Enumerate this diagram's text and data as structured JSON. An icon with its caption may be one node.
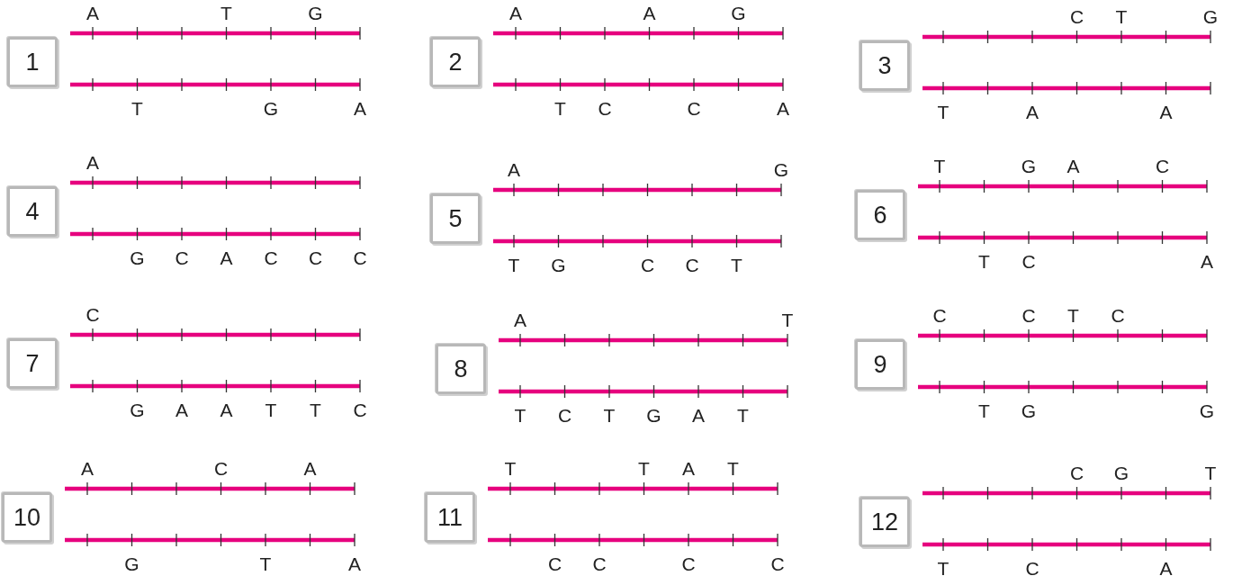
{
  "diagram": {
    "nodes": [
      {
        "text": [
          "1"
        ]
      },
      {
        "text": [
          "2"
        ]
      },
      {
        "text": [
          "3"
        ]
      },
      {
        "text": [
          "4"
        ]
      },
      {
        "text": [
          "5"
        ]
      },
      {
        "text": [
          "6"
        ]
      },
      {
        "text": [
          "7"
        ]
      },
      {
        "text": [
          "8"
        ]
      },
      {
        "text": [
          "9"
        ]
      },
      {
        "text": [
          "10"
        ]
      },
      {
        "text": [
          "11"
        ]
      },
      {
        "text": [
          "12"
        ]
      }
    ],
    "labels": [
      "A",
      "T",
      "G",
      "T",
      "G",
      "A",
      "A",
      "A",
      "G",
      "T",
      "C",
      "C",
      "A",
      "C",
      "T",
      "G",
      "T",
      "A",
      "A",
      "A",
      "G",
      "C",
      "A",
      "C",
      "C",
      "C",
      "A",
      "G",
      "T",
      "G",
      "C",
      "C",
      "T",
      "T",
      "G",
      "A",
      "C",
      "T",
      "C",
      "A",
      "C",
      "G",
      "A",
      "A",
      "T",
      "T",
      "C",
      "A",
      "T",
      "T",
      "C",
      "T",
      "G",
      "A",
      "T",
      "C",
      "C",
      "T",
      "C",
      "T",
      "G",
      "G",
      "A",
      "C",
      "A",
      "G",
      "T",
      "A",
      "T",
      "T",
      "A",
      "T",
      "C",
      "C",
      "C",
      "C",
      "C",
      "G",
      "T",
      "T",
      "C",
      "A"
    ]
  }
}
